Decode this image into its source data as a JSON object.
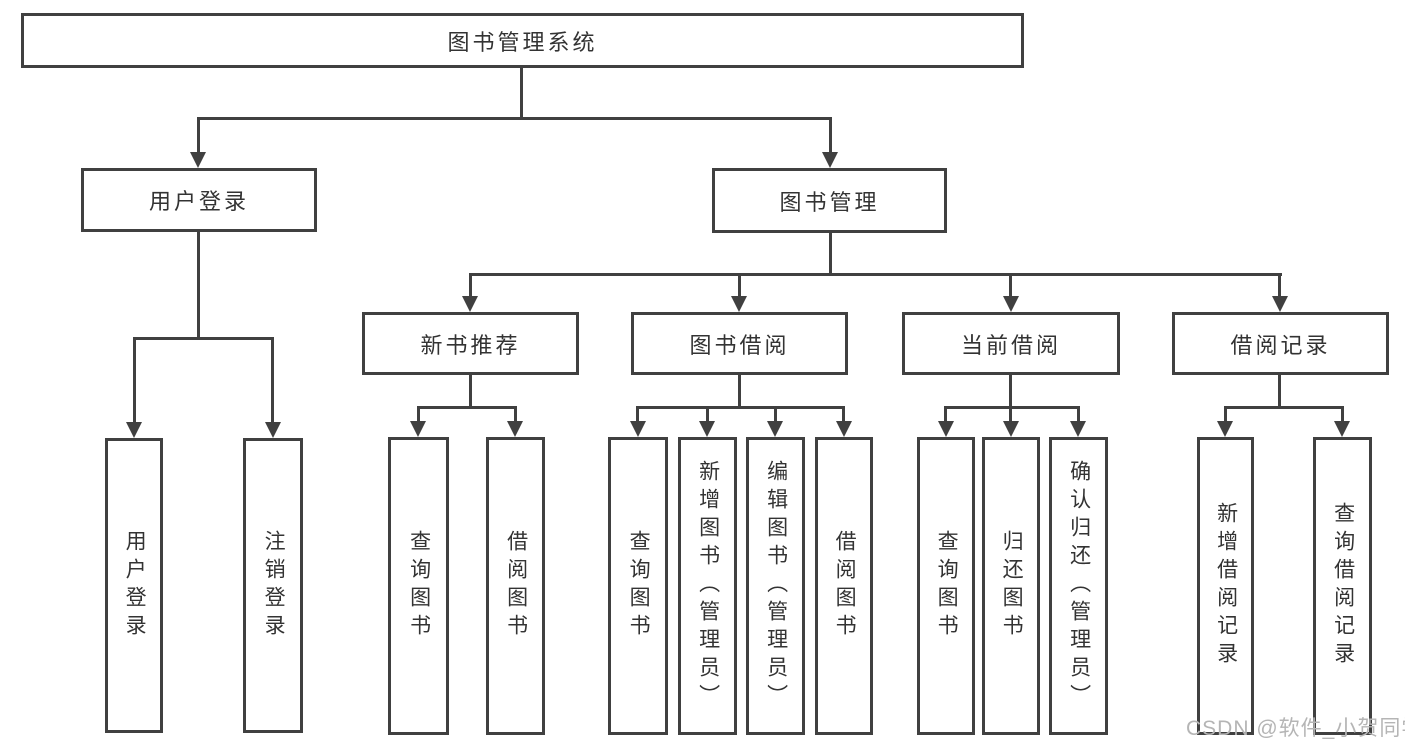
{
  "tree": {
    "root": {
      "label": "图书管理系统"
    },
    "branches": [
      {
        "label": "用户登录",
        "children": [
          {
            "label": "用户登录"
          },
          {
            "label": "注销登录"
          }
        ]
      },
      {
        "label": "图书管理",
        "children": [
          {
            "label": "新书推荐",
            "children": [
              {
                "label": "查询图书"
              },
              {
                "label": "借阅图书"
              }
            ]
          },
          {
            "label": "图书借阅",
            "children": [
              {
                "label": "查询图书"
              },
              {
                "label": "新增图书（管理员）"
              },
              {
                "label": "编辑图书（管理员）"
              },
              {
                "label": "借阅图书"
              }
            ]
          },
          {
            "label": "当前借阅",
            "children": [
              {
                "label": "查询图书"
              },
              {
                "label": "归还图书"
              },
              {
                "label": "确认归还（管理员）"
              }
            ]
          },
          {
            "label": "借阅记录",
            "children": [
              {
                "label": "新增借阅记录"
              },
              {
                "label": "查询借阅记录"
              }
            ]
          }
        ]
      }
    ]
  },
  "watermark": {
    "text": "CSDN @软件_小贺同学"
  },
  "colors": {
    "line": "#404040",
    "text": "#333333",
    "watermark": "#b5b5b5",
    "background": "#ffffff"
  }
}
